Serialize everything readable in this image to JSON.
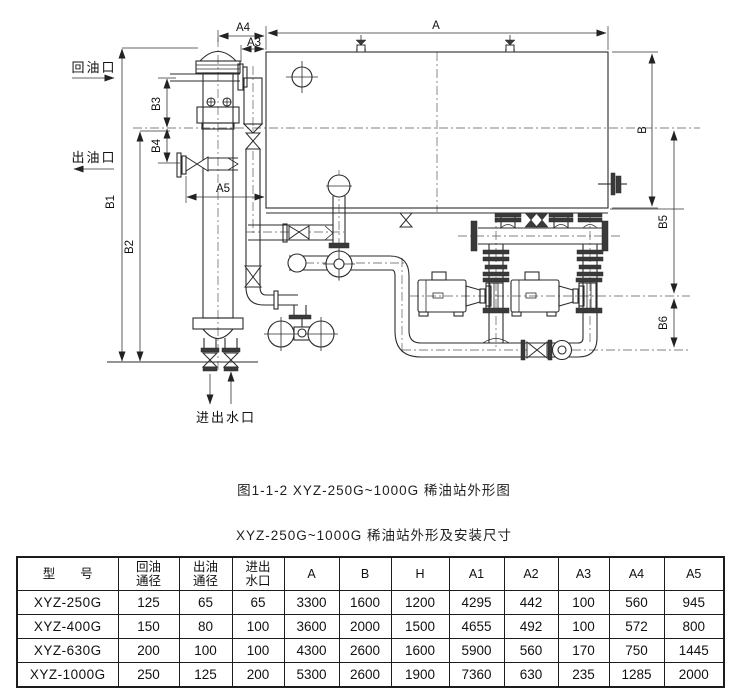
{
  "captions": {
    "figure": "图1-1-2 XYZ-250G~1000G 稀油站外形图",
    "table_title": "XYZ-250G~1000G 稀油站外形及安装尺寸"
  },
  "diagram": {
    "ports": {
      "return_oil": "回油口",
      "outlet_oil": "出油口",
      "water_io": "进出水口"
    },
    "dims": {
      "A": "A",
      "A3": "A3",
      "A4": "A4",
      "A5": "A5",
      "B": "B",
      "B1": "B1",
      "B2": "B2",
      "B3": "B3",
      "B4": "B4",
      "B5": "B5",
      "B6": "B6"
    }
  },
  "table": {
    "headers": [
      [
        "型　　号"
      ],
      [
        "回油",
        "通径"
      ],
      [
        "出油",
        "通径"
      ],
      [
        "进出",
        "水口"
      ],
      [
        "A"
      ],
      [
        "B"
      ],
      [
        "H"
      ],
      [
        "A1"
      ],
      [
        "A2"
      ],
      [
        "A3"
      ],
      [
        "A4"
      ],
      [
        "A5"
      ]
    ],
    "rows": [
      [
        "XYZ-250G",
        "125",
        "65",
        "65",
        "3300",
        "1600",
        "1200",
        "4295",
        "442",
        "100",
        "560",
        "945"
      ],
      [
        "XYZ-400G",
        "150",
        "80",
        "100",
        "3600",
        "2000",
        "1500",
        "4655",
        "492",
        "100",
        "572",
        "800"
      ],
      [
        "XYZ-630G",
        "200",
        "100",
        "100",
        "4300",
        "2600",
        "1600",
        "5900",
        "560",
        "170",
        "750",
        "1445"
      ],
      [
        "XYZ-1000G",
        "250",
        "125",
        "200",
        "5300",
        "2600",
        "1900",
        "7360",
        "630",
        "235",
        "1285",
        "2000"
      ]
    ]
  }
}
